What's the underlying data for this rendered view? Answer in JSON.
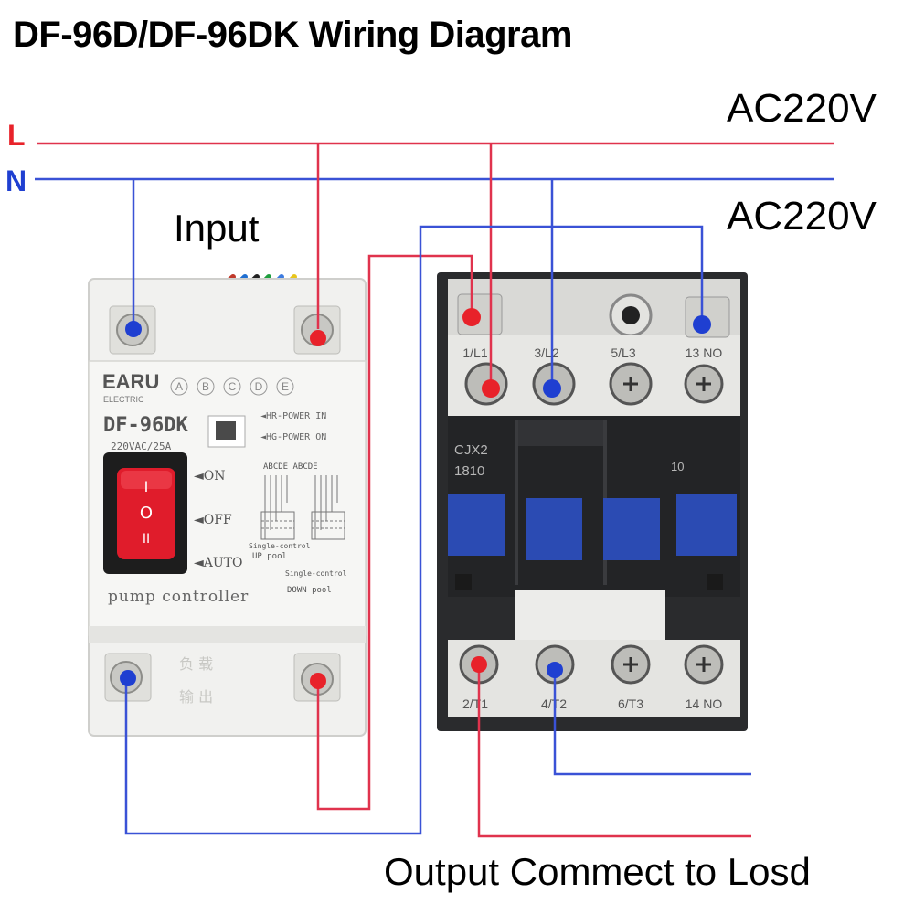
{
  "title": "DF-96D/DF-96DK Wiring Diagram",
  "labels": {
    "line_L": "L",
    "line_N": "N",
    "ac_top": "AC220V",
    "ac_mid": "AC220V",
    "input": "Input",
    "output": "Output Commect to Losd"
  },
  "controller": {
    "brand": "EARU",
    "brand_sub": "ELECTRIC",
    "model": "DF-96DK",
    "rating": "220VAC/25A",
    "terminal_letters": [
      "A",
      "B",
      "C",
      "D",
      "E"
    ],
    "indicator_1": "◄HR-POWER IN",
    "indicator_2": "◄HG-POWER ON",
    "mode_on": "◄ON",
    "mode_off": "◄OFF",
    "mode_auto": "◄AUTO",
    "switch_top": "I",
    "switch_mid": "O",
    "switch_bottom": "II",
    "diagram_letters": "ABCDE ABCDE",
    "up_pool_1": "Single-control",
    "up_pool_2": "UP pool",
    "down_pool_1": "Single-control",
    "down_pool_2": "DOWN pool",
    "footer": "pump controller",
    "bottom_mark_1": "负 载",
    "bottom_mark_2": "输 出"
  },
  "contactor": {
    "model_1": "CJX2",
    "model_2": "1810",
    "aux": "10",
    "top_terminals": [
      "1/L1",
      "3/L2",
      "5/L3",
      "13 NO"
    ],
    "bottom_terminals": [
      "2/T1",
      "4/T2",
      "6/T3",
      "14 NO"
    ]
  },
  "colors": {
    "live": "#e8222a",
    "neutral": "#1f3fd1",
    "live_line": "#e0334d",
    "neutral_line": "#3a52d6",
    "device_body": "#f1f1ef",
    "contactor_dark": "#232426",
    "button_blue": "#2b4bb3",
    "switch_red": "#e01c2b"
  }
}
